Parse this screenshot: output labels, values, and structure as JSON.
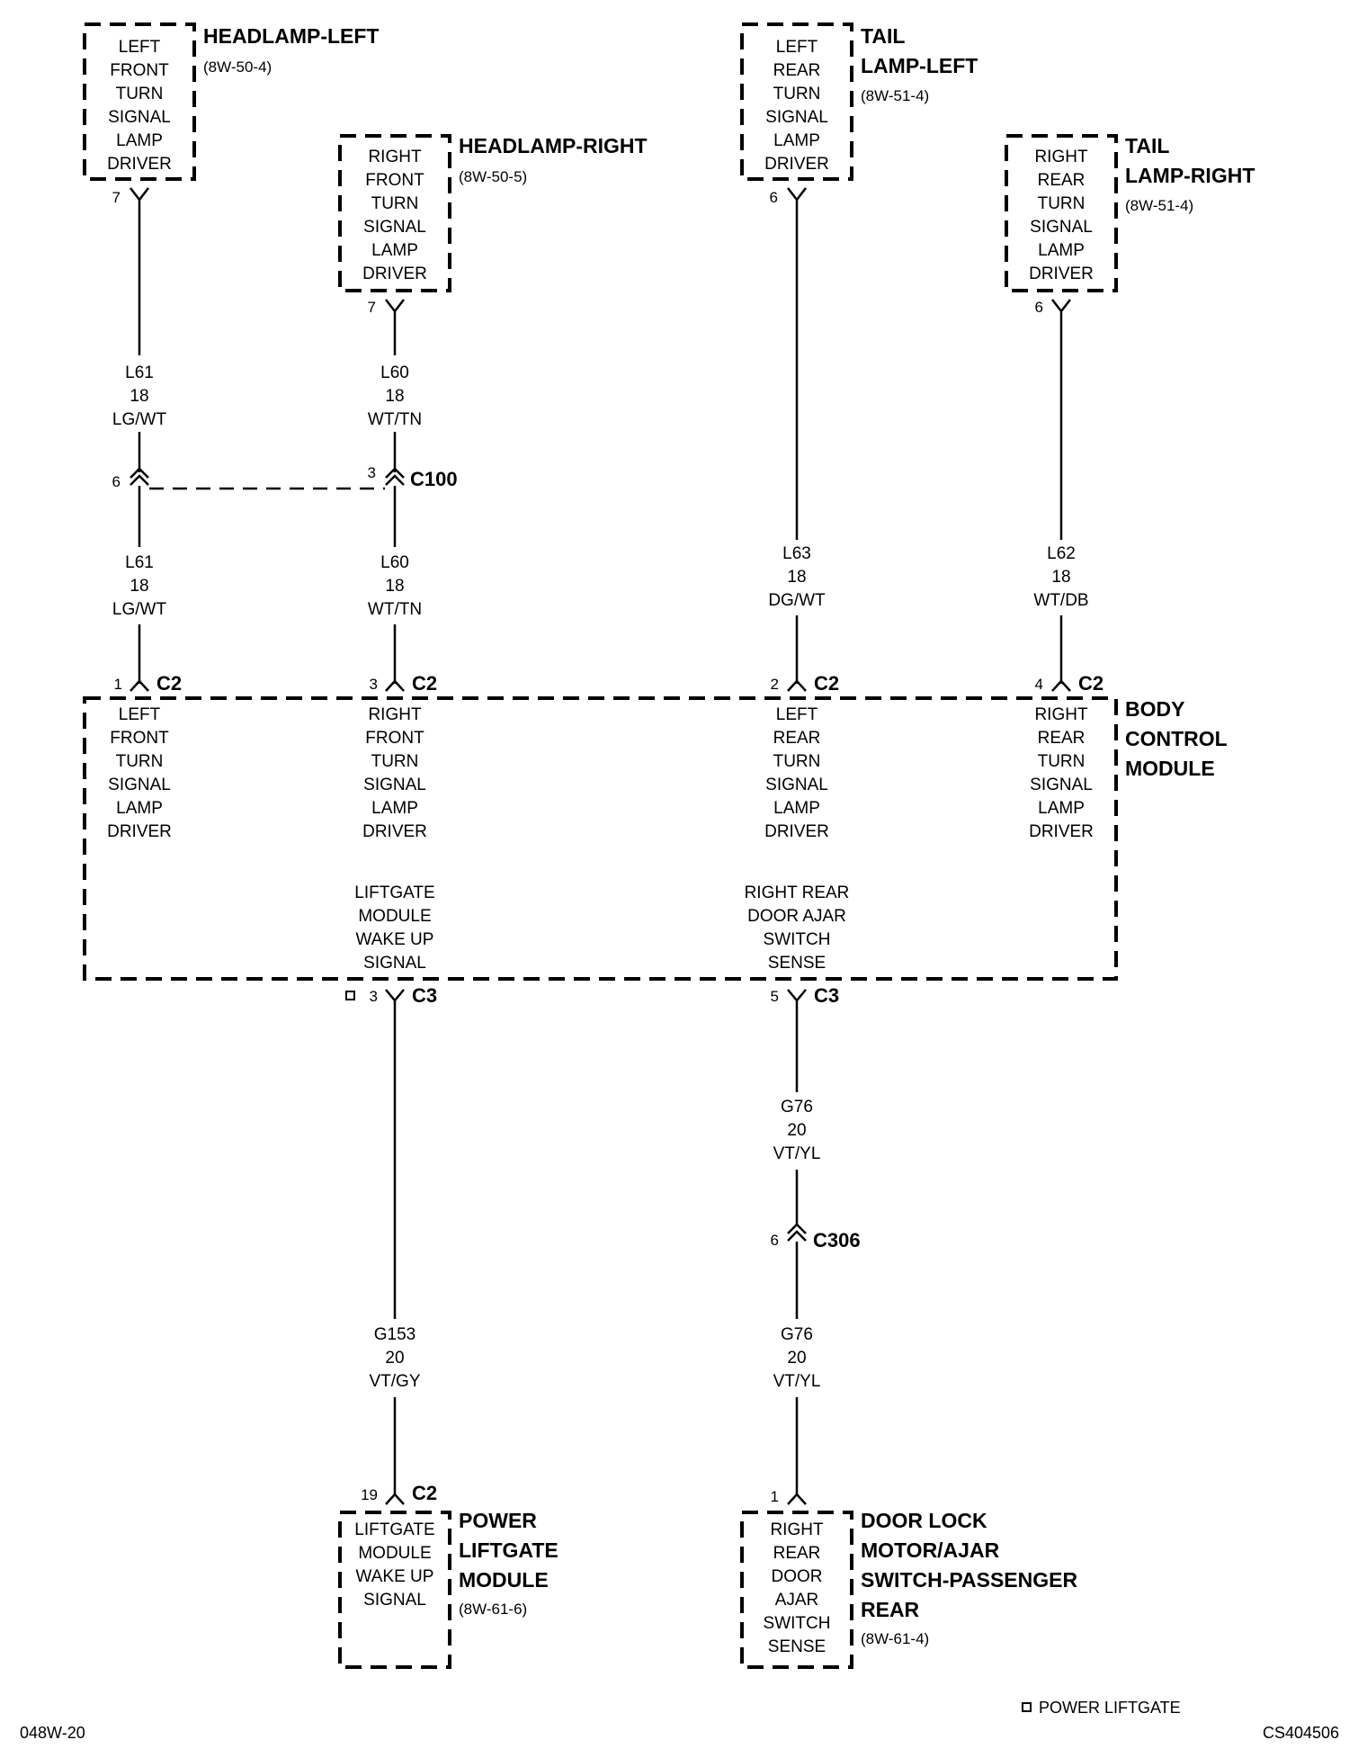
{
  "components": {
    "headlamp_left": {
      "box_lines": [
        "LEFT",
        "FRONT",
        "TURN",
        "SIGNAL",
        "LAMP",
        "DRIVER"
      ],
      "title_lines": [
        "HEADLAMP-LEFT"
      ],
      "ref": "(8W-50-4)",
      "pin": "7"
    },
    "headlamp_right": {
      "box_lines": [
        "RIGHT",
        "FRONT",
        "TURN",
        "SIGNAL",
        "LAMP",
        "DRIVER"
      ],
      "title_lines": [
        "HEADLAMP-RIGHT"
      ],
      "ref": "(8W-50-5)",
      "pin": "7"
    },
    "tail_lamp_left": {
      "box_lines": [
        "LEFT",
        "REAR",
        "TURN",
        "SIGNAL",
        "LAMP",
        "DRIVER"
      ],
      "title_lines": [
        "TAIL",
        "LAMP-LEFT"
      ],
      "ref": "(8W-51-4)",
      "pin": "6"
    },
    "tail_lamp_right": {
      "box_lines": [
        "RIGHT",
        "REAR",
        "TURN",
        "SIGNAL",
        "LAMP",
        "DRIVER"
      ],
      "title_lines": [
        "TAIL",
        "LAMP-RIGHT"
      ],
      "ref": "(8W-51-4)",
      "pin": "6"
    },
    "bcm": {
      "title_lines": [
        "BODY",
        "CONTROL",
        "MODULE"
      ],
      "sections": [
        {
          "lines": [
            "LEFT",
            "FRONT",
            "TURN",
            "SIGNAL",
            "LAMP",
            "DRIVER"
          ],
          "pin": "1",
          "connector": "C2"
        },
        {
          "lines": [
            "RIGHT",
            "FRONT",
            "TURN",
            "SIGNAL",
            "LAMP",
            "DRIVER"
          ],
          "pin": "3",
          "connector": "C2"
        },
        {
          "lines": [
            "LEFT",
            "REAR",
            "TURN",
            "SIGNAL",
            "LAMP",
            "DRIVER"
          ],
          "pin": "2",
          "connector": "C2"
        },
        {
          "lines": [
            "RIGHT",
            "REAR",
            "TURN",
            "SIGNAL",
            "LAMP",
            "DRIVER"
          ],
          "pin": "4",
          "connector": "C2"
        }
      ],
      "lower_sections": [
        {
          "lines": [
            "LIFTGATE",
            "MODULE",
            "WAKE UP",
            "SIGNAL"
          ],
          "pin": "3",
          "connector": "C3"
        },
        {
          "lines": [
            "RIGHT REAR",
            "DOOR AJAR",
            "SWITCH",
            "SENSE"
          ],
          "pin": "5",
          "connector": "C3"
        }
      ]
    },
    "power_liftgate_module": {
      "box_lines": [
        "LIFTGATE",
        "MODULE",
        "WAKE UP",
        "SIGNAL"
      ],
      "title_lines": [
        "POWER",
        "LIFTGATE",
        "MODULE"
      ],
      "ref": "(8W-61-6)",
      "pin": "19",
      "connector": "C2"
    },
    "door_lock_motor": {
      "box_lines": [
        "RIGHT",
        "REAR",
        "DOOR",
        "AJAR",
        "SWITCH",
        "SENSE"
      ],
      "title_lines": [
        "DOOR LOCK",
        "MOTOR/AJAR",
        "SWITCH-PASSENGER",
        "REAR"
      ],
      "ref": "(8W-61-4)",
      "pin": "1"
    }
  },
  "wires": {
    "l61_upper": [
      "L61",
      "18",
      "LG/WT"
    ],
    "l60_upper": [
      "L60",
      "18",
      "WT/TN"
    ],
    "l61_lower": [
      "L61",
      "18",
      "LG/WT"
    ],
    "l60_lower": [
      "L60",
      "18",
      "WT/TN"
    ],
    "l63": [
      "L63",
      "18",
      "DG/WT"
    ],
    "l62": [
      "L62",
      "18",
      "WT/DB"
    ],
    "g76_upper": [
      "G76",
      "20",
      "VT/YL"
    ],
    "g76_lower": [
      "G76",
      "20",
      "VT/YL"
    ],
    "g153": [
      "G153",
      "20",
      "VT/GY"
    ]
  },
  "inline_connectors": {
    "c100": {
      "name": "C100",
      "pin_left": "6",
      "pin_right": "3"
    },
    "c306": {
      "name": "C306",
      "pin": "6"
    }
  },
  "footer": {
    "page_code": "048W-20",
    "legend_label": "POWER LIFTGATE",
    "figure_id": "CS404506"
  }
}
